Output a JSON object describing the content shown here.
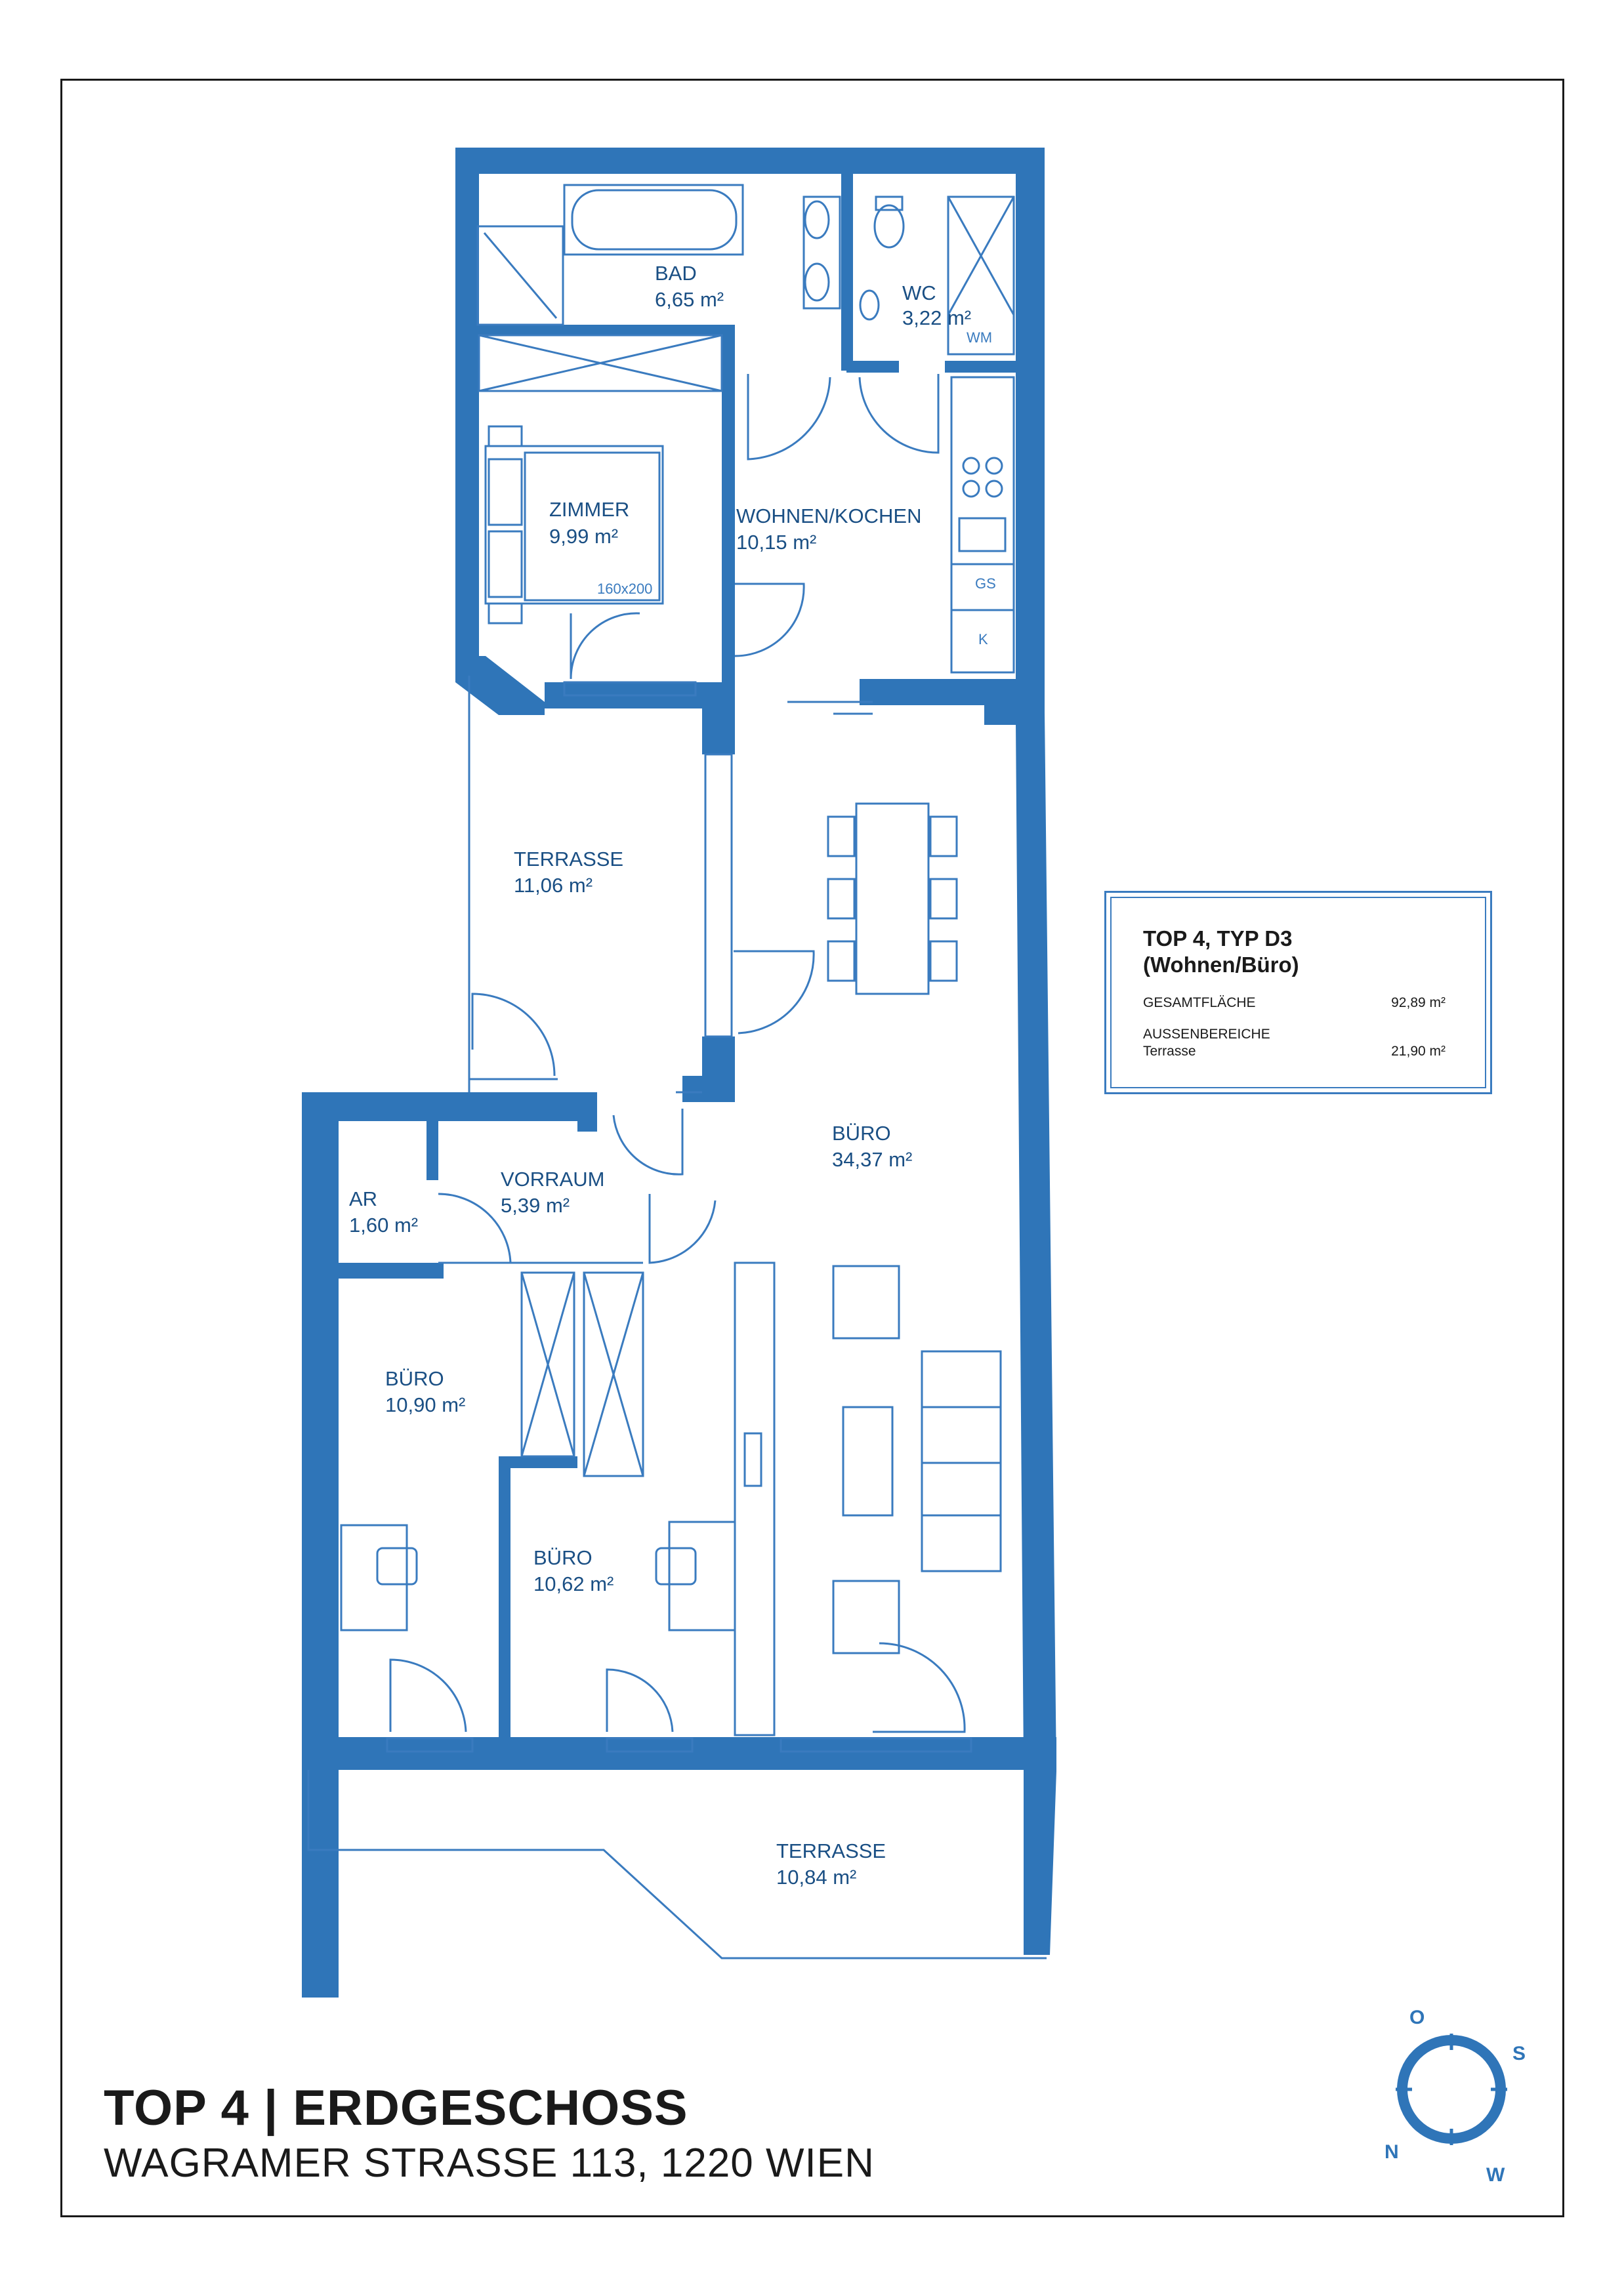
{
  "colors": {
    "wall": "#2f75b8",
    "line": "#3a7bbf",
    "text": "#1a1a1a"
  },
  "rooms": {
    "bad": {
      "name": "BAD",
      "area": "6,65 m²"
    },
    "wc": {
      "name": "WC",
      "area": "3,22 m²"
    },
    "zimmer": {
      "name": "ZIMMER",
      "area": "9,99 m²"
    },
    "wohnen": {
      "name": "WOHNEN/KOCHEN",
      "area": "10,15 m²"
    },
    "terrasse1": {
      "name": "TERRASSE",
      "area": "11,06 m²"
    },
    "buero_main": {
      "name": "BÜRO",
      "area": "34,37 m²"
    },
    "ar": {
      "name": "AR",
      "area": "1,60 m²"
    },
    "vorraum": {
      "name": "VORRAUM",
      "area": "5,39 m²"
    },
    "buero_left": {
      "name": "BÜRO",
      "area": "10,90 m²"
    },
    "buero_mid": {
      "name": "BÜRO",
      "area": "10,62 m²"
    },
    "terrasse2": {
      "name": "TERRASSE",
      "area": "10,84 m²"
    }
  },
  "fixtures": {
    "wm": "WM",
    "bed": "160x200",
    "gs": "GS",
    "k": "K"
  },
  "infobox": {
    "title_line1": "TOP 4, TYP D3",
    "title_line2": "(Wohnen/Büro)",
    "gesamt_label": "GESAMTFLÄCHE",
    "gesamt_value": "92,89 m²",
    "aussen_label": "AUSSENBEREICHE",
    "terrasse_label": "Terrasse",
    "terrasse_value": "21,90 m²"
  },
  "footer": {
    "title": "TOP 4 | ERDGESCHOSS",
    "address": "WAGRAMER STRASSE 113, 1220 WIEN"
  },
  "compass": {
    "n": "N",
    "o": "O",
    "s": "S",
    "w": "W"
  }
}
